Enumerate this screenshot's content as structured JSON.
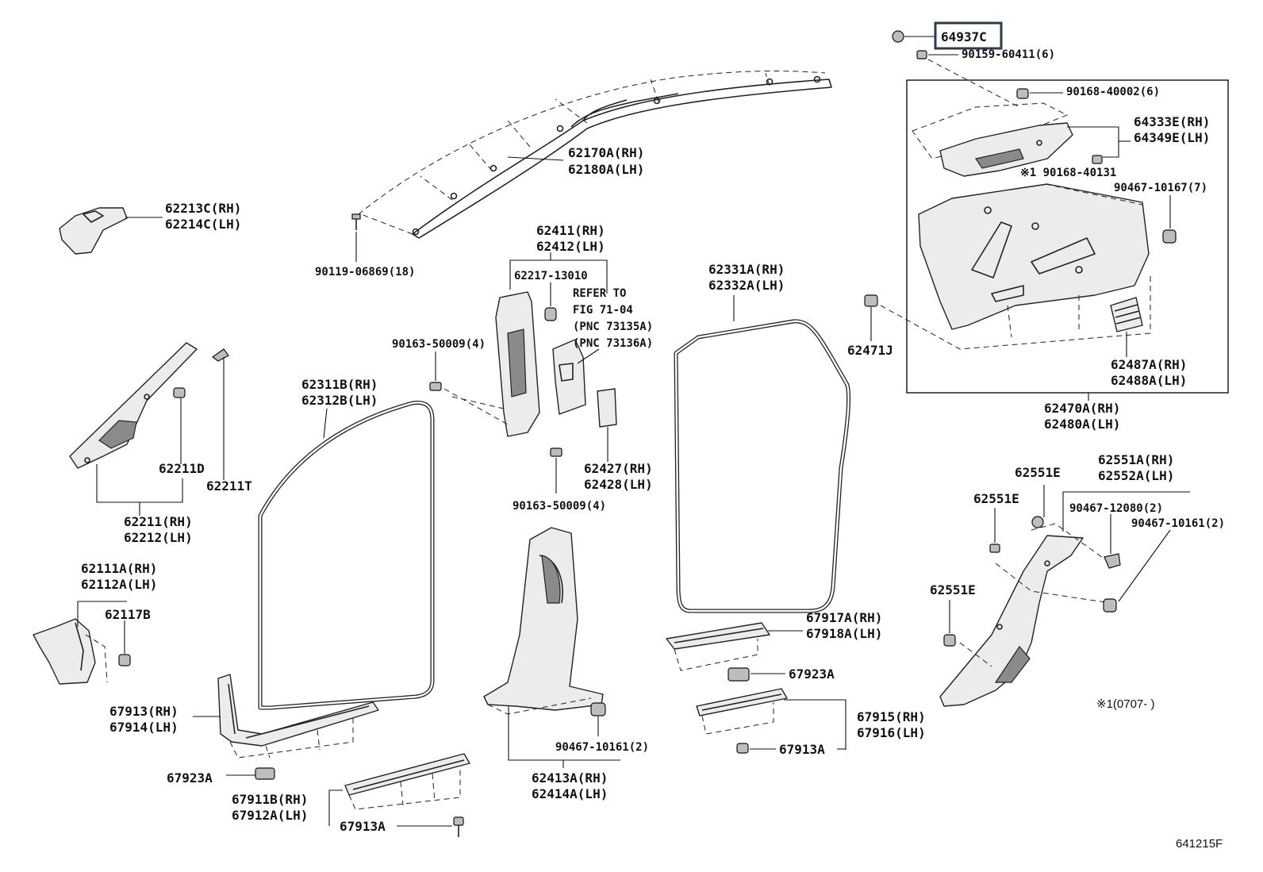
{
  "diagram": {
    "labels": {
      "p64937c": "64937C",
      "p9015960411": "90159-60411(6)",
      "p9016840002": "90168-40002(6)",
      "p64333e": "64333E(RH)",
      "p64349e": "64349E(LH)",
      "p9016840131": "※1 90168-40131",
      "p9046710167": "90467-10167(7)",
      "p62471j": "62471J",
      "p62487a": "62487A(RH)",
      "p62488a": "62488A(LH)",
      "p62470a": "62470A(RH)",
      "p62480a": "62480A(LH)",
      "p62170a": "62170A(RH)",
      "p62180a": "62180A(LH)",
      "p9011906869": "90119-06869(18)",
      "p62213c": "62213C(RH)",
      "p62214c": "62214C(LH)",
      "p62411": "62411(RH)",
      "p62412": "62412(LH)",
      "p6221713010": "62217-13010",
      "refer1": "REFER TO",
      "refer2": "FIG 71-04",
      "refer3": "(PNC 73135A)",
      "refer4": "(PNC 73136A)",
      "p9016350009a": "90163-50009(4)",
      "p9016350009b": "90163-50009(4)",
      "p62427": "62427(RH)",
      "p62428": "62428(LH)",
      "p62331a": "62331A(RH)",
      "p62332a": "62332A(LH)",
      "p62311b": "62311B(RH)",
      "p62312b": "62312B(LH)",
      "p62211d": "62211D",
      "p62211t": "62211T",
      "p62211": "62211(RH)",
      "p62212": "62212(LH)",
      "p62111a": "62111A(RH)",
      "p62112a": "62112A(LH)",
      "p62117b": "62117B",
      "p67913": "67913(RH)",
      "p67914": "67914(LH)",
      "p67923a_l": "67923A",
      "p67911b": "67911B(RH)",
      "p67912a": "67912A(LH)",
      "p67913a_l": "67913A",
      "p9046710161_c": "90467-10161(2)",
      "p62413a": "62413A(RH)",
      "p62414a": "62414A(LH)",
      "p67917a": "67917A(RH)",
      "p67918a": "67918A(LH)",
      "p67923a_r": "67923A",
      "p67915": "67915(RH)",
      "p67916": "67916(LH)",
      "p67913a_r": "67913A",
      "p62551e_a": "62551E",
      "p62551e_b": "62551E",
      "p62551e_c": "62551E",
      "p62551a": "62551A(RH)",
      "p62552a": "62552A(LH)",
      "p9046712080": "90467-12080(2)",
      "p9046710161_r": "90467-10161(2)",
      "note1": "※1(0707-   )",
      "figcode": "641215F"
    }
  }
}
